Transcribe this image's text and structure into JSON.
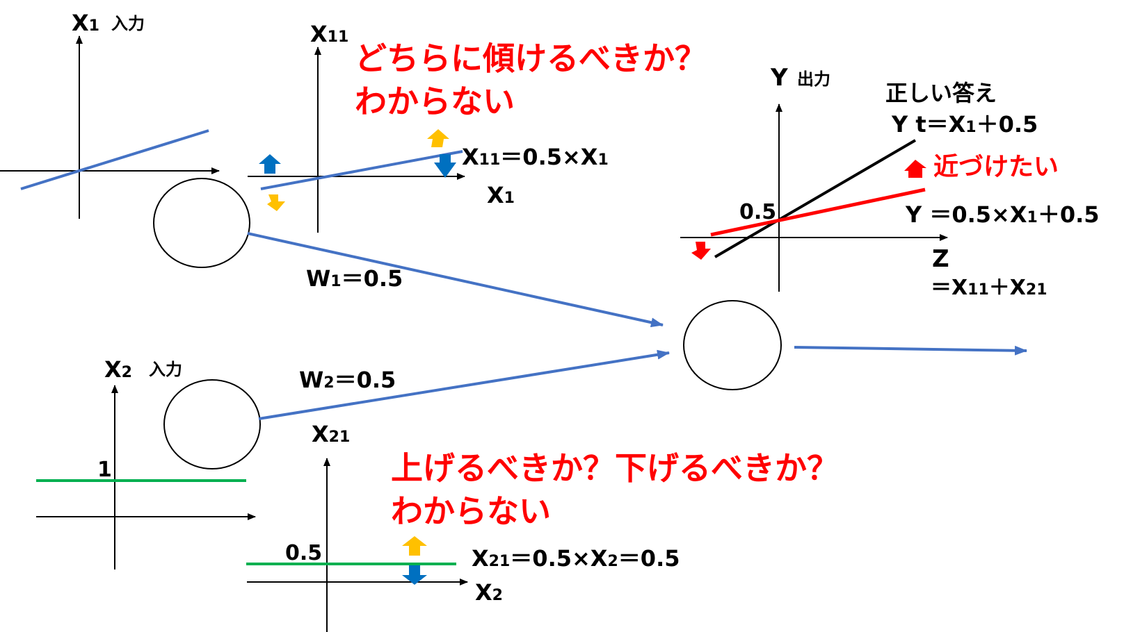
{
  "colors": {
    "axis": "#000000",
    "blue_line": "#4472C4",
    "green_line": "#00B050",
    "red_text": "#FF0000",
    "arrow_blue": "#0070C0",
    "arrow_orange": "#FFC000",
    "true_line": "#000000"
  },
  "input1": {
    "axis_y_label": "X",
    "axis_y_sub": "1",
    "axis_y_note": "入力"
  },
  "plot11": {
    "axis_y_label": "X",
    "axis_y_sub": "11",
    "axis_x_label": "X",
    "axis_x_sub": "1",
    "eq_a": "X",
    "eq_sub_a": "11",
    "eq_mid": "＝0.5×X",
    "eq_sub_b": "1",
    "question_line1": "どちらに傾けるべきか？",
    "question_line2": "わからない"
  },
  "weights": {
    "w1_a": "W",
    "w1_sub": "1",
    "w1_b": "＝0.5",
    "w2_a": "W",
    "w2_sub": "2",
    "w2_b": "＝0.5"
  },
  "input2": {
    "axis_y_label": "X",
    "axis_y_sub": "2",
    "axis_y_note": "入力",
    "level_label": "1"
  },
  "plot21": {
    "axis_y_label": "X",
    "axis_y_sub": "21",
    "axis_x_label": "X",
    "axis_x_sub": "2",
    "level_label": "0.5",
    "eq_a": "X",
    "eq_sub_a": "21",
    "eq_mid": "＝0.5×X",
    "eq_sub_b": "2",
    "eq_tail": "＝0.5",
    "question_line1": "上げるべきか？下げるべきか？",
    "question_line2": "わからない"
  },
  "output": {
    "axis_y_label": "Y",
    "axis_y_note": "出力",
    "axis_x_label": "Z",
    "axis_x_eq_a": "＝X",
    "axis_x_eq_sub1": "11",
    "axis_x_eq_b": "＋X",
    "axis_x_eq_sub2": "21",
    "intercept_label": "0.5",
    "correct_title": "正しい答え",
    "correct_eq_a": "Y t＝X",
    "correct_eq_sub": "1",
    "correct_eq_b": "＋0.5",
    "approach_text": "近づけたい",
    "current_eq_a": "Y ＝0.5×X",
    "current_eq_sub": "1",
    "current_eq_b": "＋0.5"
  }
}
